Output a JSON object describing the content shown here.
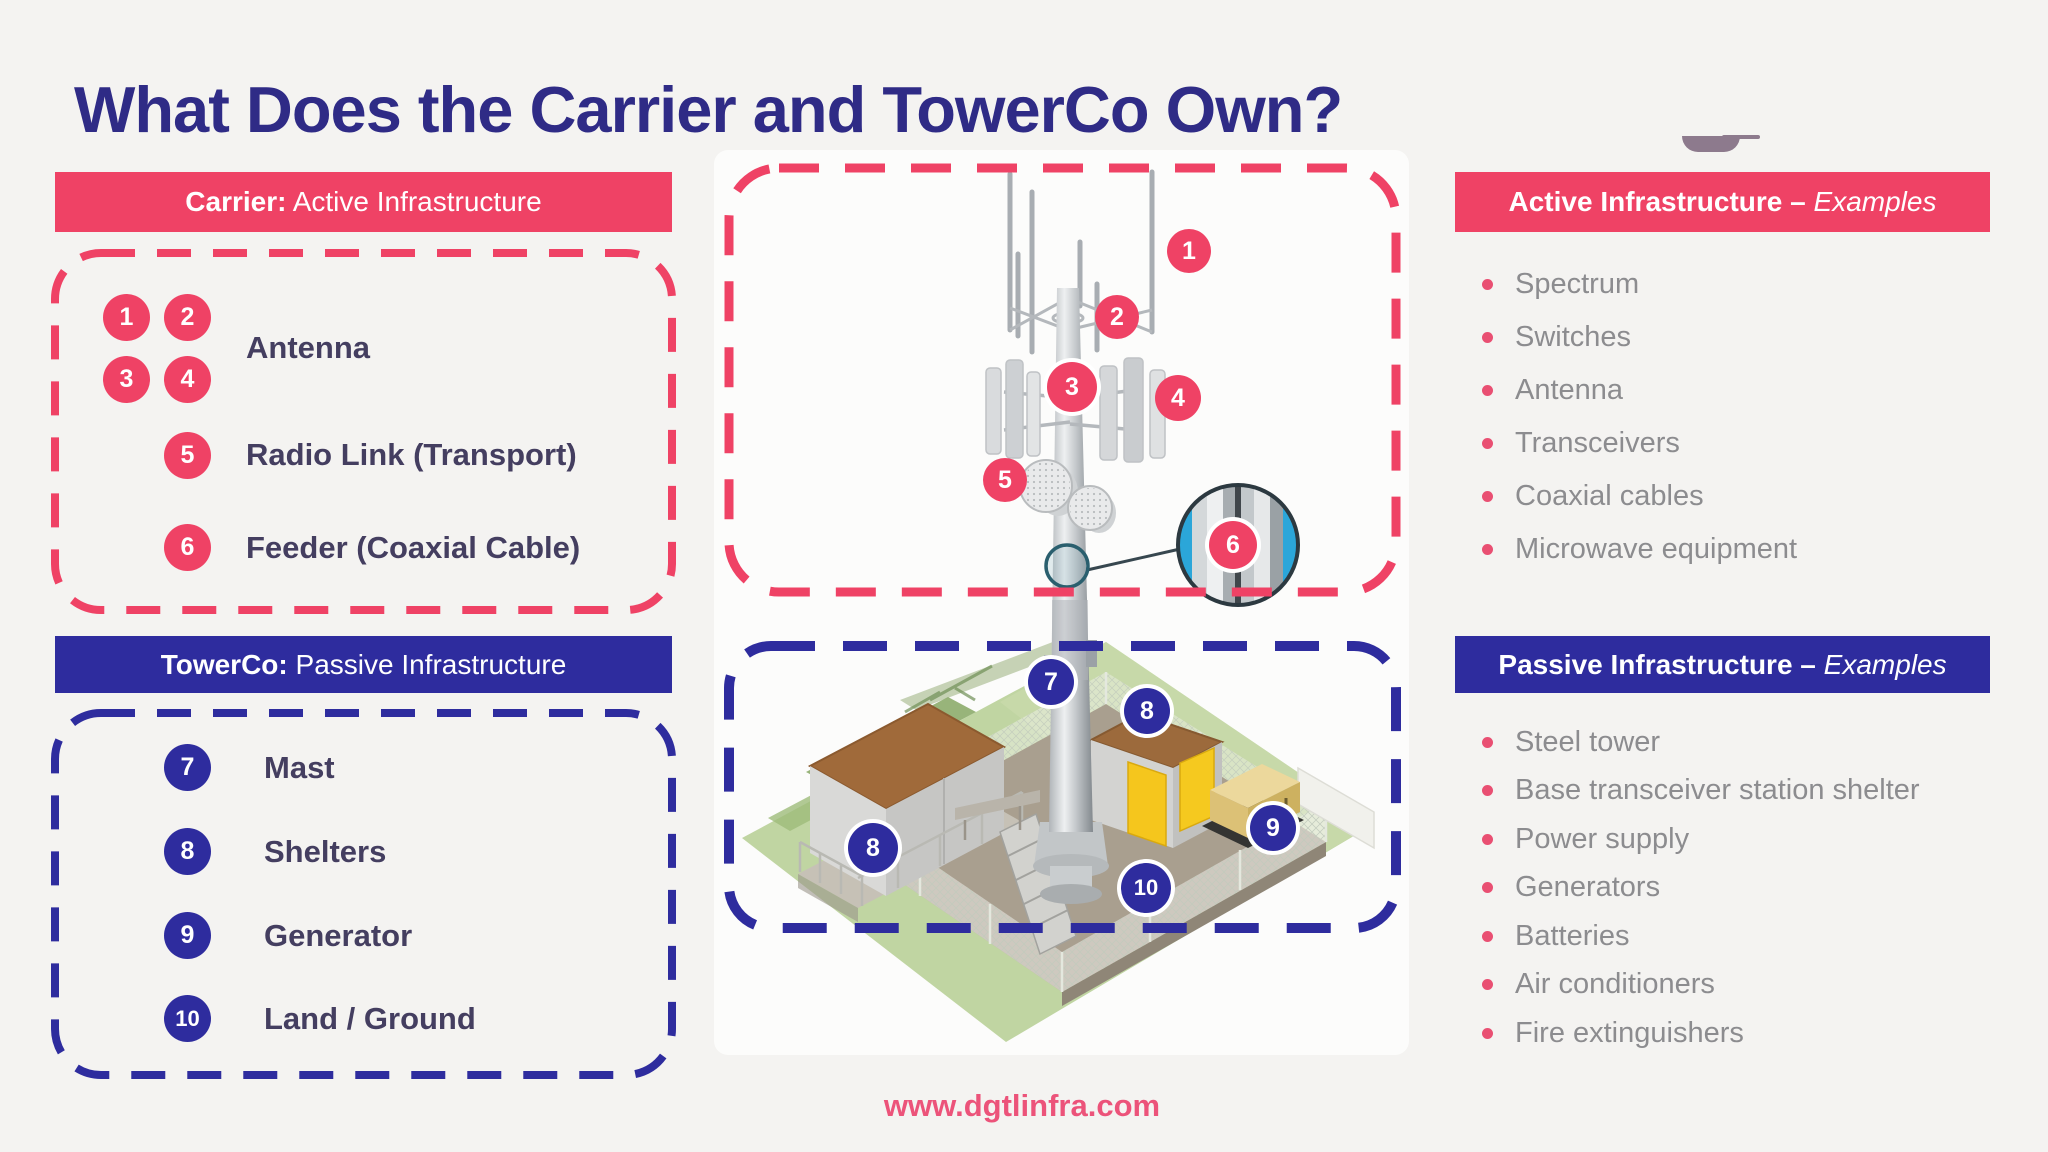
{
  "title": "What Does the Carrier and TowerCo Own?",
  "banners": {
    "carrier": {
      "bold": "Carrier:",
      "rest": " Active Infrastructure"
    },
    "towerco": {
      "bold": "TowerCo:",
      "rest": " Passive Infrastructure"
    },
    "active": {
      "bold": "Active Infrastructure",
      "sep": " – ",
      "italic": "Examples"
    },
    "passive": {
      "bold": "Passive Infrastructure",
      "sep": " – ",
      "italic": "Examples"
    }
  },
  "legend": {
    "carrier_items": [
      {
        "b1": "1",
        "b2": "2",
        "b3": "3",
        "b4": "4",
        "label": "Antenna"
      },
      {
        "b": "5",
        "label": "Radio Link (Transport)"
      },
      {
        "b": "6",
        "label": "Feeder (Coaxial Cable)"
      }
    ],
    "towerco_items": [
      {
        "b": "7",
        "label": "Mast"
      },
      {
        "b": "8",
        "label": "Shelters"
      },
      {
        "b": "9",
        "label": "Generator"
      },
      {
        "b": "10",
        "label": "Land / Ground"
      }
    ]
  },
  "examples": {
    "active": [
      "Spectrum",
      "Switches",
      "Antenna",
      "Transceivers",
      "Coaxial cables",
      "Microwave equipment"
    ],
    "passive": [
      "Steel tower",
      "Base transceiver station shelter",
      "Power supply",
      "Generators",
      "Batteries",
      "Air conditioners",
      "Fire extinguishers"
    ]
  },
  "figure": {
    "badges": [
      "1",
      "2",
      "3",
      "4",
      "5",
      "6",
      "7",
      "8",
      "8",
      "9",
      "10"
    ]
  },
  "footer": {
    "url": "www.dgtlinfra.com"
  },
  "colors": {
    "pink": "#EF4265",
    "blue": "#2E2C9E",
    "title_indigo": "#2F2B86",
    "label_purple": "#443E60",
    "list_gray": "#8C8C8F",
    "background": "#F4F3F1"
  }
}
